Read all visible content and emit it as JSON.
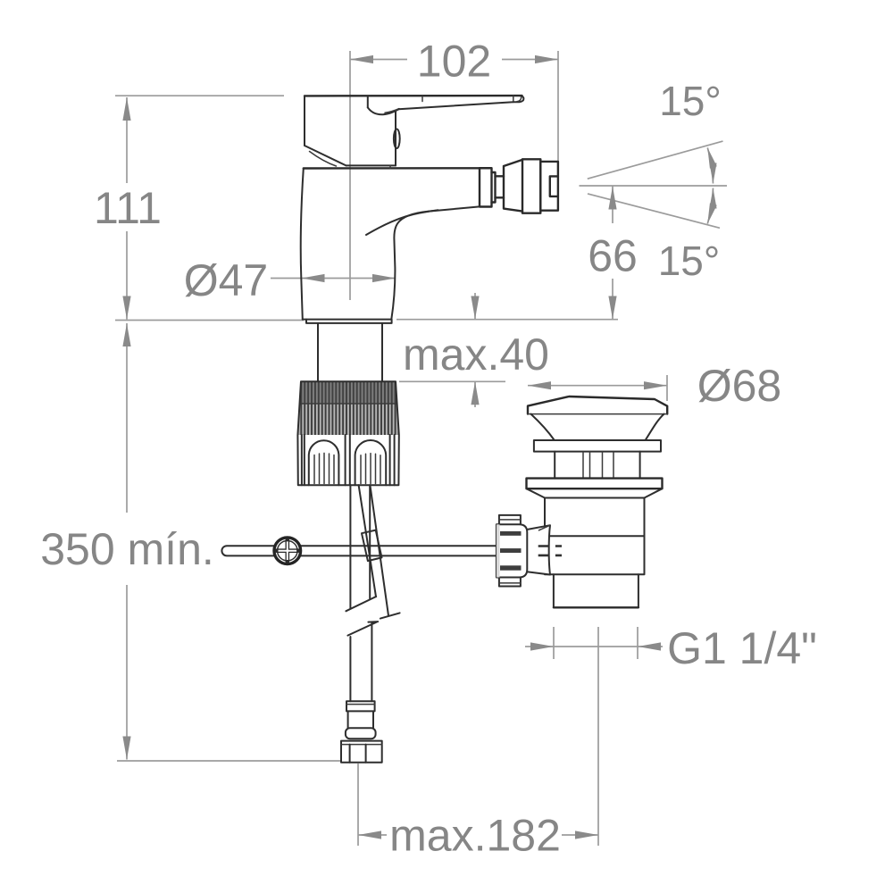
{
  "drawing": {
    "type": "technical-dimension-drawing",
    "subject": "bidet mixer faucet with pop-up waste, side view with installation dimensions",
    "units": "mm",
    "colors": {
      "background": "#ffffff",
      "outline": "#2e2e2e",
      "dimension": "#8a8a8a"
    },
    "labels": {
      "spout_reach": "102",
      "spout_angle_up": "15°",
      "spout_angle_down": "15°",
      "body_height": "111",
      "spout_outlet_height": "66",
      "body_diameter": "Ø47",
      "deck_thickness": "max.40",
      "waste_flange_diameter": "Ø68",
      "hose_length": "350 mín.",
      "waste_thread": "G1 1/4\"",
      "horizontal_offset": "max.182"
    }
  }
}
